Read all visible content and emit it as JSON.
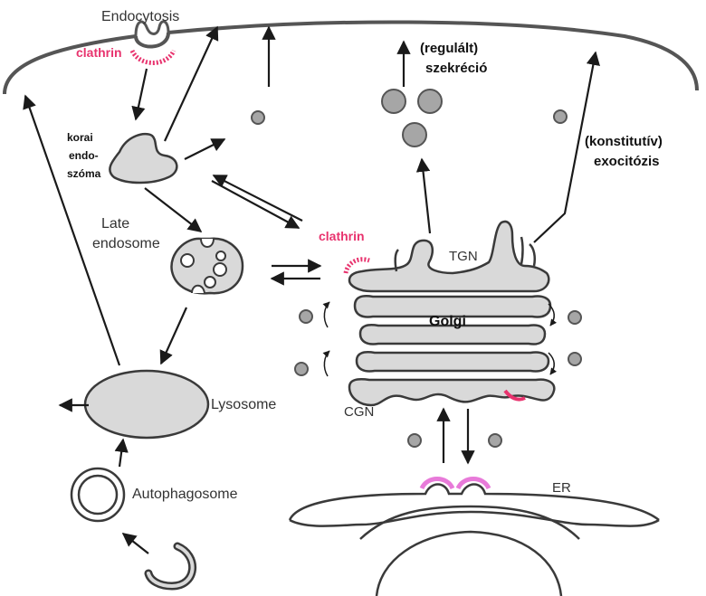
{
  "labels": {
    "endocytosis": "Endocytosis",
    "clathrin_top": "clathrin",
    "early_endosome_1": "korai",
    "early_endosome_2": "endo-",
    "early_endosome_3": "szóma",
    "late_endosome_1": "Late",
    "late_endosome_2": "endosome",
    "lysosome": "Lysosome",
    "autophagosome": "Autophagosome",
    "regulated_1": "(regulált)",
    "regulated_2": "szekréció",
    "constitutive_1": "(konstitutív)",
    "constitutive_2": "exocitózis",
    "clathrin_golgi": "clathrin",
    "tgn": "TGN",
    "golgi": "Golgi",
    "cgn": "CGN",
    "er": "ER"
  },
  "colors": {
    "stroke": "#3a3a3a",
    "organelle_fill": "#d9d9d9",
    "vesicle_fill": "#a6a6a6",
    "clathrin": "#e8336e",
    "coat": "#e87ad9"
  }
}
